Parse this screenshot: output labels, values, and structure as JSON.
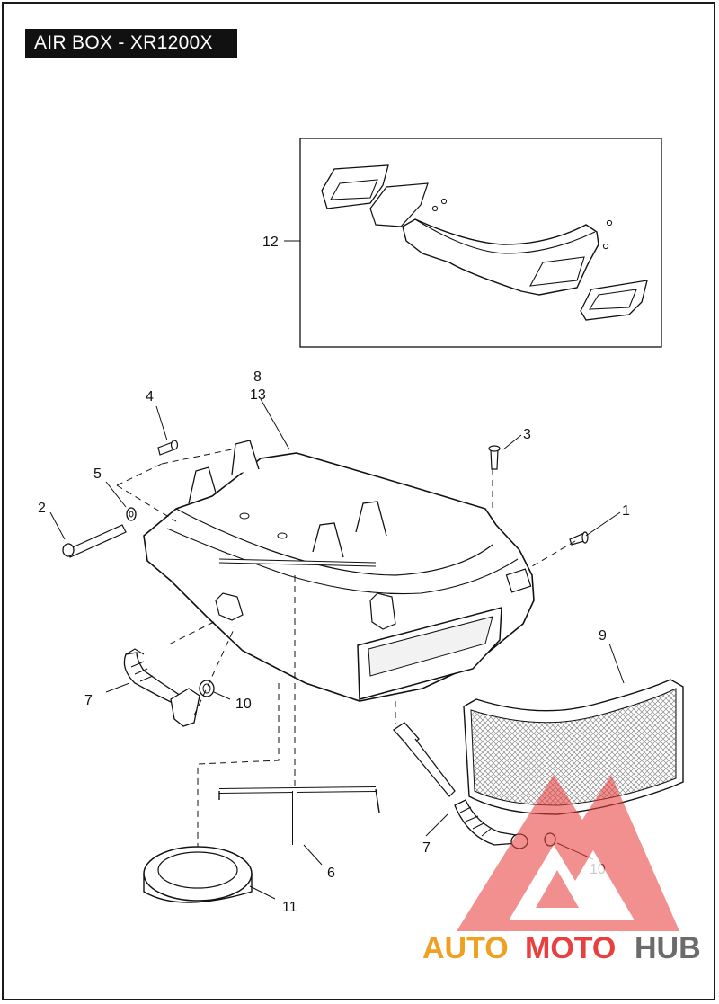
{
  "title": "AIR BOX - XR1200X",
  "callouts": {
    "c1": "1",
    "c2": "2",
    "c3": "3",
    "c4": "4",
    "c5": "5",
    "c6": "6",
    "c7a": "7",
    "c7b": "7",
    "c8": "8",
    "c9": "9",
    "c10a": "10",
    "c10b": "10",
    "c11": "11",
    "c12": "12",
    "c13": "13"
  },
  "watermark": {
    "part1": "AUTO",
    "part2": "MOTO",
    "part3": "HUB"
  },
  "colors": {
    "ink": "#111111",
    "watermark_red": "#e84040",
    "watermark_orange": "#f0a020",
    "watermark_gray": "#6b6b6b"
  }
}
